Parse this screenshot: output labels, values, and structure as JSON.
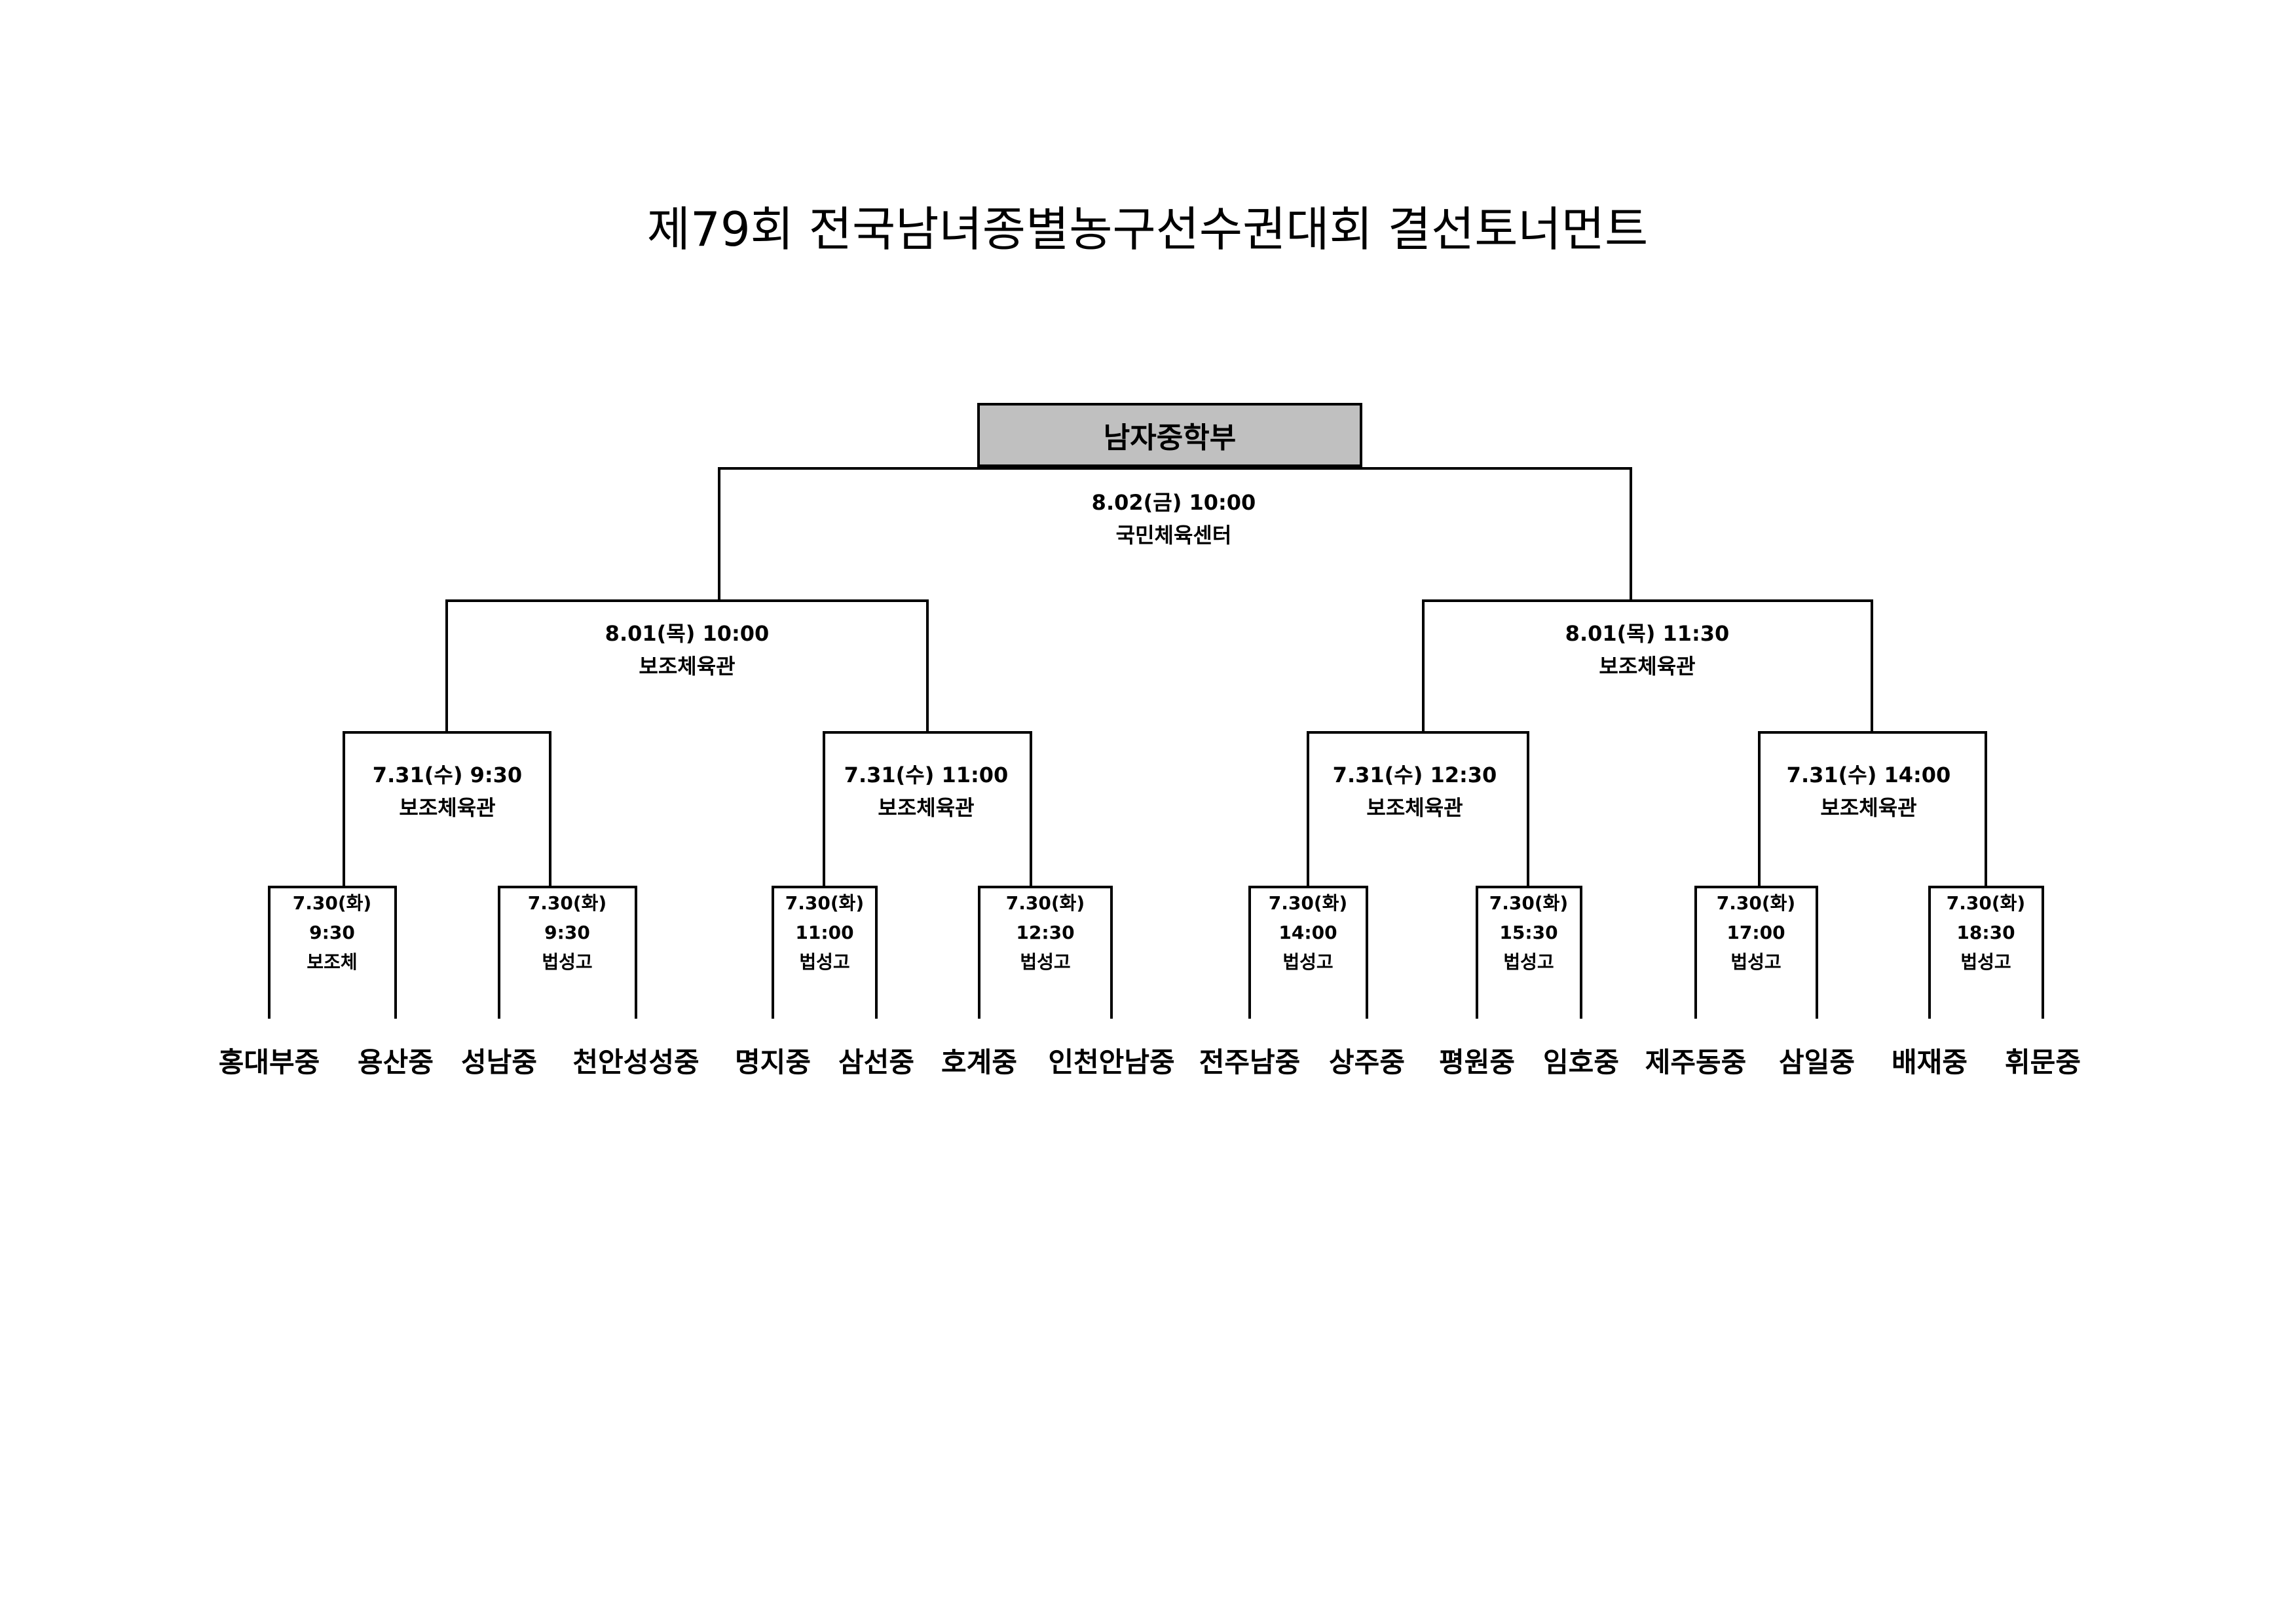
{
  "title": "제79회 전국남녀종별농구선수권대회 결선토너먼트",
  "division": "남자중학부",
  "final": {
    "date": "8.02(금) 10:00",
    "venue": "국민체육센터"
  },
  "semifinals": [
    {
      "date": "8.01(목) 10:00",
      "venue": "보조체육관"
    },
    {
      "date": "8.01(목) 11:30",
      "venue": "보조체육관"
    }
  ],
  "quarterfinals": [
    {
      "date": "7.31(수) 9:30",
      "venue": "보조체육관"
    },
    {
      "date": "7.31(수) 11:00",
      "venue": "보조체육관"
    },
    {
      "date": "7.31(수) 12:30",
      "venue": "보조체육관"
    },
    {
      "date": "7.31(수) 14:00",
      "venue": "보조체육관"
    }
  ],
  "round_of_16": [
    {
      "date": "7.30(화)",
      "time": "9:30",
      "venue": "보조체"
    },
    {
      "date": "7.30(화)",
      "time": "9:30",
      "venue": "법성고"
    },
    {
      "date": "7.30(화)",
      "time": "11:00",
      "venue": "법성고"
    },
    {
      "date": "7.30(화)",
      "time": "12:30",
      "venue": "법성고"
    },
    {
      "date": "7.30(화)",
      "time": "14:00",
      "venue": "법성고"
    },
    {
      "date": "7.30(화)",
      "time": "15:30",
      "venue": "법성고"
    },
    {
      "date": "7.30(화)",
      "time": "17:00",
      "venue": "법성고"
    },
    {
      "date": "7.30(화)",
      "time": "18:30",
      "venue": "법성고"
    }
  ],
  "teams": [
    "홍대부중",
    "용산중",
    "성남중",
    "천안성성중",
    "명지중",
    "삼선중",
    "호계중",
    "인천안남중",
    "전주남중",
    "상주중",
    "평원중",
    "임호중",
    "제주동중",
    "삼일중",
    "배재중",
    "휘문중"
  ]
}
